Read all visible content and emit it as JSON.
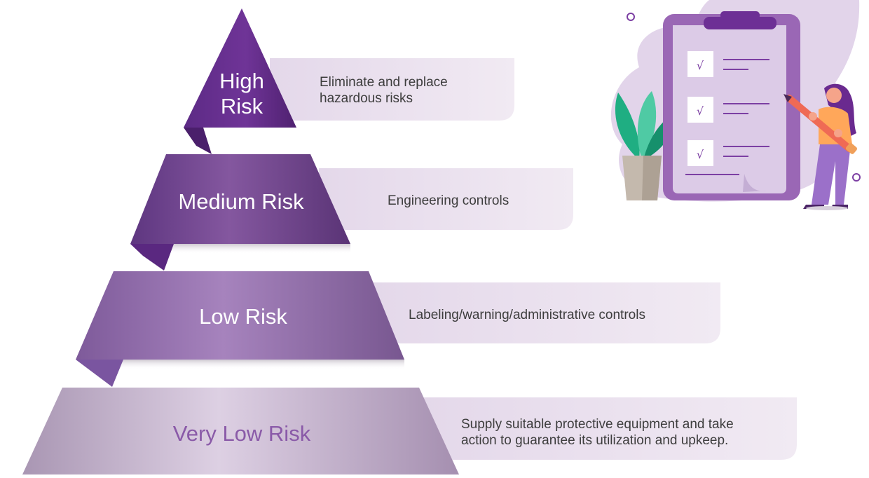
{
  "diagram": {
    "tiers": [
      {
        "label_lines": [
          "High",
          "Risk"
        ],
        "description_lines": [
          "Eliminate and replace",
          "hazardous risks"
        ]
      },
      {
        "label_lines": [
          "Medium Risk"
        ],
        "description_lines": [
          "Engineering controls"
        ]
      },
      {
        "label_lines": [
          "Low Risk"
        ],
        "description_lines": [
          "Labeling/warning/administrative controls"
        ]
      },
      {
        "label_lines": [
          "Very Low Risk"
        ],
        "description_lines": [
          "Supply suitable protective equipment and take",
          "action to guarantee its utilization and upkeep."
        ]
      }
    ]
  },
  "colors": {
    "high": "#6a2e93",
    "medium": "#7d4f9e",
    "low": "#9b73b5",
    "very_low": "#c7b2d3",
    "panel": "#ede4f0",
    "very_low_text": "#8a5aa8",
    "accent": "#7c3fa3"
  },
  "illustration": {
    "subject": "clipboard-checklist-with-woman-holding-pencil",
    "checkmarks": [
      "√",
      "√",
      "√"
    ]
  }
}
